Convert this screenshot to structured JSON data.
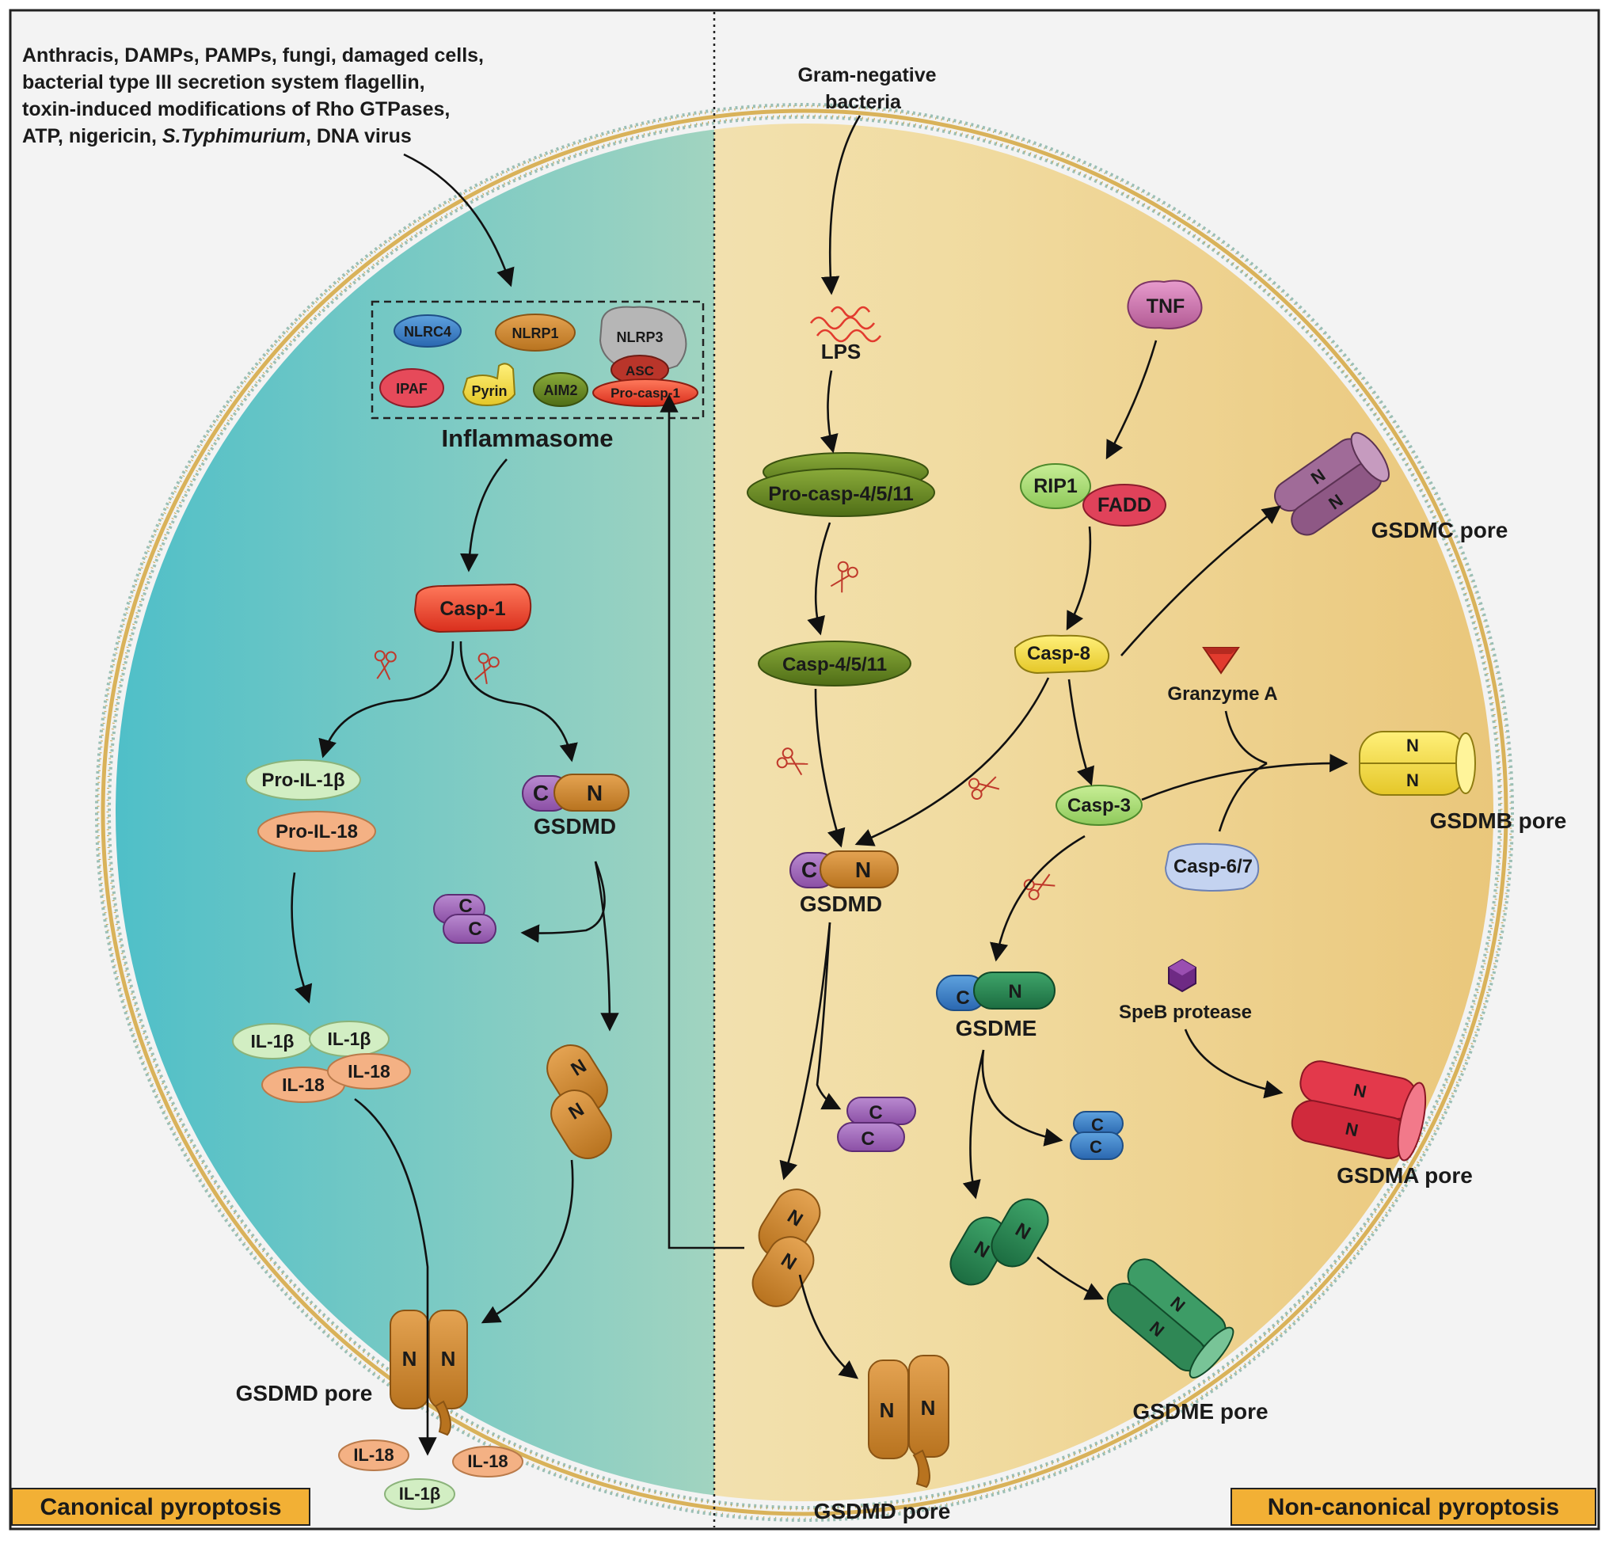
{
  "trigger_text": {
    "line1": "Anthracis, DAMPs, PAMPs, fungi, damaged cells,",
    "line2": "bacterial type III secretion system flagellin,",
    "line3": "toxin-induced modifications of Rho GTPases,",
    "line4_a": "ATP, nigericin, ",
    "line4_b": "S.Typhimurium",
    "line4_c": ", DNA virus"
  },
  "gram_negative": {
    "line1": "Gram-negative",
    "line2": "bacteria"
  },
  "inflammasome": {
    "title": "Inflammasome",
    "proteins": {
      "nlrc4": "NLRC4",
      "nlrp1": "NLRP1",
      "nlrp3": "NLRP3",
      "asc": "ASC",
      "ipaf": "IPAF",
      "pyrin": "Pyrin",
      "aim2": "AIM2",
      "pro_casp1": "Pro-casp-1"
    }
  },
  "canonical": {
    "casp1": "Casp-1",
    "pro_il1b": "Pro-IL-1β",
    "pro_il18": "Pro-IL-18",
    "gsdmd_c": "C",
    "gsdmd_n": "N",
    "gsdmd_label": "GSDMD",
    "c_frag": "C",
    "n_frag": "N",
    "il1b": "IL-1β",
    "il18": "IL-18",
    "pore_label": "GSDMD pore"
  },
  "noncanonical": {
    "lps": "LPS",
    "pro_casp": "Pro-casp-4/5/11",
    "casp": "Casp-4/5/11",
    "gsdmd_c": "C",
    "gsdmd_n": "N",
    "gsdmd_label": "GSDMD",
    "c_frag": "C",
    "n_frag": "N",
    "pore_label": "GSDMD pore",
    "tnf": "TNF",
    "rip1": "RIP1",
    "fadd": "FADD",
    "casp8": "Casp-8",
    "casp3": "Casp-3",
    "casp67": "Casp-6/7",
    "granzyme": "Granzyme A",
    "speb": "SpeB protease",
    "gsdme_c": "C",
    "gsdme_n": "N",
    "gsdme_label": "GSDME",
    "gsdmc_pore": "GSDMC pore",
    "gsdmb_pore": "GSDMB pore",
    "gsdma_pore": "GSDMA pore",
    "gsdme_pore": "GSDME pore"
  },
  "footer": {
    "left": "Canonical pyroptosis",
    "right": "Non-canonical pyroptosis"
  },
  "colors": {
    "cell_left": "#4fbfc8",
    "cell_right": "#f0cf85",
    "gsdmd_orange": "#cf8a33",
    "c_purple": "#a066b8",
    "casp_green": "#5e7f1e",
    "label_box": "#f2b035"
  }
}
